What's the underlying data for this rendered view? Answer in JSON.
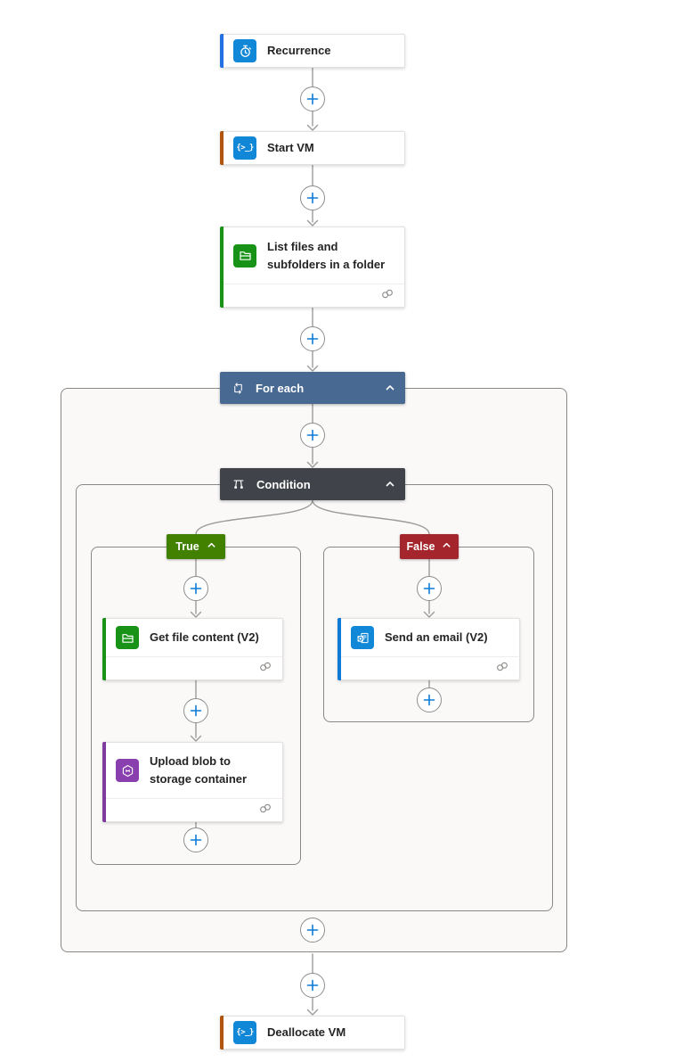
{
  "colors": {
    "plus-blue": "#0f7bd7",
    "line-gray": "#9c9b99",
    "icon-blue": "#1187d7",
    "icon-green": "#189317",
    "icon-purple": "#8a3fae",
    "accent-trigger-blue": "#2470e0",
    "accent-orange": "#b1550f",
    "accent-green": "#189317",
    "accent-purple": "#7e3d9e",
    "accent-email-blue": "#0f7bd7",
    "foreach-header-bg": "#486991",
    "condition-header-bg": "#41434a",
    "true-badge-bg": "#428000",
    "false-badge-bg": "#a4262c",
    "scope-fill": "#faf9f8",
    "scope-border": "#8a8886",
    "card-bg": "#ffffff",
    "card-border": "#e3e1df",
    "text-dark": "#242424",
    "link-gray": "#8a8886"
  },
  "icons": {
    "code_glyph": "{>_}"
  },
  "nodes": {
    "recurrence": {
      "label": "Recurrence",
      "icon": "clock-icon"
    },
    "start_vm": {
      "label": "Start VM",
      "icon": "code-icon"
    },
    "list_files": {
      "label": "List files and subfolders in a folder",
      "icon": "folder-icon"
    },
    "for_each": {
      "label": "For each",
      "icon": "loop-icon"
    },
    "condition": {
      "label": "Condition",
      "icon": "condition-icon"
    },
    "true_branch": {
      "label": "True"
    },
    "false_branch": {
      "label": "False"
    },
    "get_file_content": {
      "label": "Get file content (V2)",
      "icon": "folder-icon"
    },
    "upload_blob": {
      "label": "Upload blob to storage container",
      "icon": "blob-icon"
    },
    "send_email": {
      "label": "Send an email (V2)",
      "icon": "outlook-icon"
    },
    "deallocate_vm": {
      "label": "Deallocate VM",
      "icon": "code-icon"
    }
  }
}
